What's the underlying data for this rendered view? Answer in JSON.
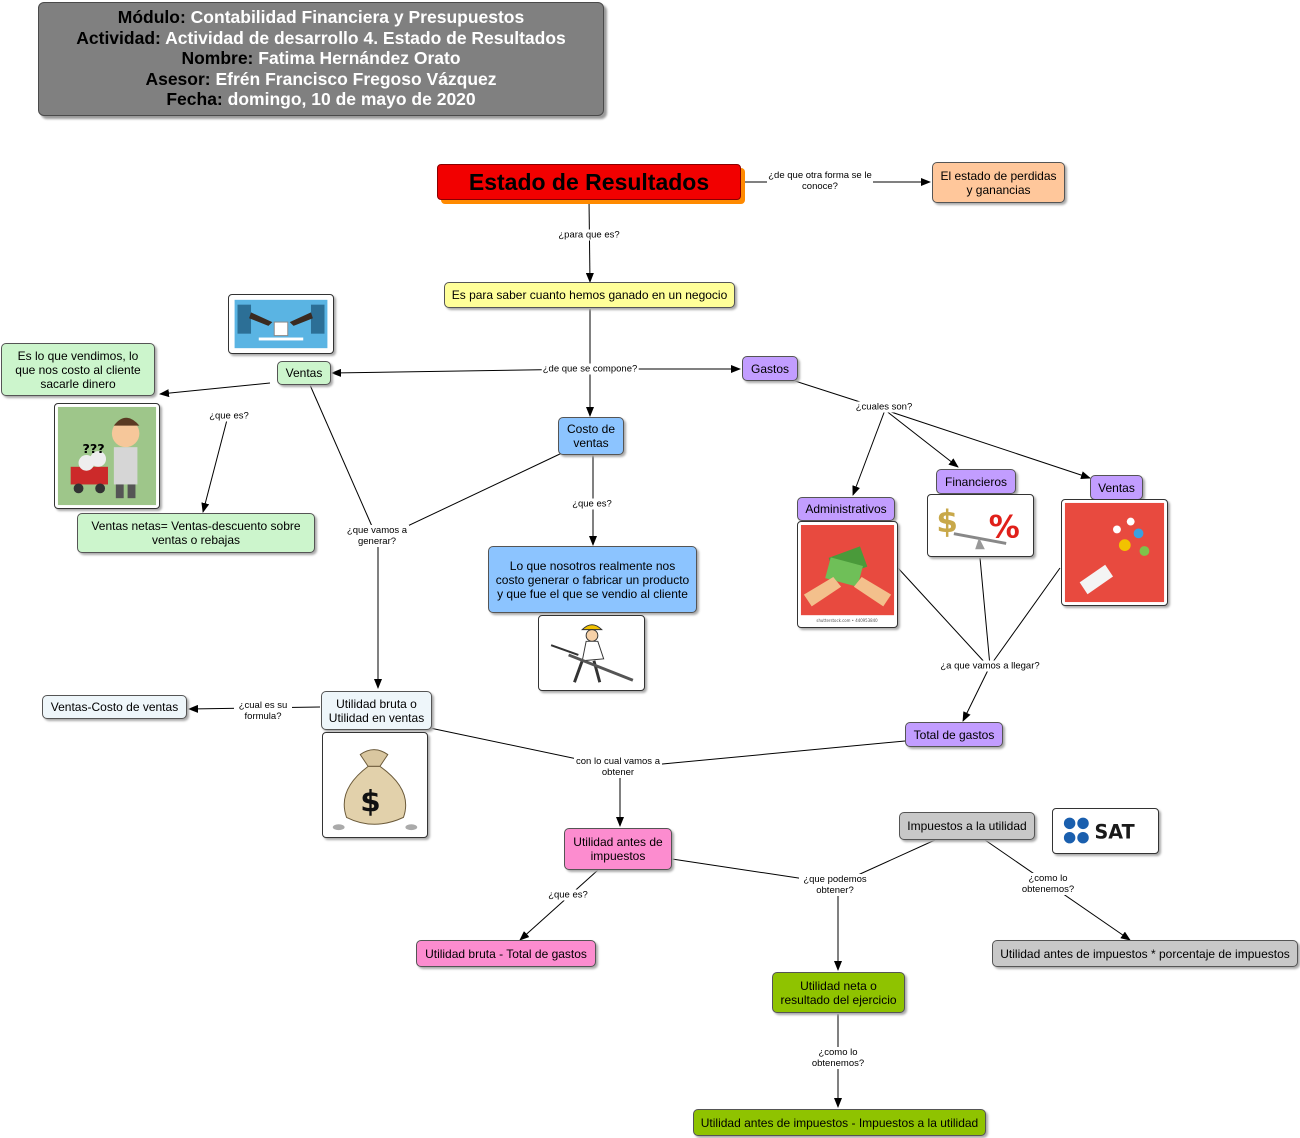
{
  "header": {
    "modulo_key": "Módulo:",
    "modulo_val": "Contabilidad Financiera y Presupuestos",
    "actividad_key": "Actividad:",
    "actividad_val": "Actividad de desarrollo 4. Estado de Resultados",
    "nombre_key": "Nombre:",
    "nombre_val": "Fatima Hernández Orato",
    "asesor_key": "Asesor:",
    "asesor_val": "Efrén Francisco Fregoso Vázquez",
    "fecha_key": "Fecha:",
    "fecha_val": "domingo, 10 de mayo de 2020"
  },
  "nodes": {
    "title": "Estado de Resultados",
    "otra_forma": "El estado de perdidas y ganancias",
    "para_que": "Es para saber cuanto hemos ganado en un negocio",
    "ventas": "Ventas",
    "ventas_def": "Es lo que vendimos, lo que nos costo al cliente sacarle dinero",
    "ventas_netas": "Ventas netas= Ventas-descuento sobre ventas o rebajas",
    "costo_ventas": "Costo de ventas",
    "costo_def": "Lo que nosotros realmente nos costo generar o fabricar un producto y que fue el que se vendio al cliente",
    "gastos": "Gastos",
    "administrativos": "Administrativos",
    "financieros": "Financieros",
    "ventas_gasto": "Ventas",
    "total_gastos": "Total de gastos",
    "utilidad_bruta": "Utilidad bruta o Utilidad en ventas",
    "formula_bruta": "Ventas-Costo de ventas",
    "utilidad_antes": "Utilidad antes de impuestos",
    "bruta_menos": "Utilidad bruta - Total de gastos",
    "impuestos": "Impuestos a la utilidad",
    "impuestos_formula": "Utilidad antes de impuestos * porcentaje de impuestos",
    "utilidad_neta": "Utilidad neta o resultado del ejercicio",
    "neta_formula": "Utilidad antes de impuestos - Impuestos a la utilidad"
  },
  "labels": {
    "otra_forma": "¿de que otra forma se le conoce?",
    "para_que": "¿para que es?",
    "se_compone": "¿de que se compone?",
    "que_es_ventas": "¿que es?",
    "que_vamos_generar": "¿que vamos a generar?",
    "que_es_costo": "¿que es?",
    "cuales_son": "¿cuales son?",
    "a_que_llegar": "¿a que vamos a llegar?",
    "cual_formula": "¿cual es su formula?",
    "con_lo_cual": "con lo cual vamos a obtener",
    "que_es_antes": "¿que es?",
    "que_podemos": "¿que podemos obtener?",
    "como_obtenemos_imp": "¿como lo obtenemos?",
    "como_obtenemos_neta": "¿como lo obtenemos?"
  },
  "logos": {
    "sat": "SAT",
    "shutterstock": "shutterstock.com • 440953840",
    "question_marks": "???"
  },
  "icons": [
    "handshake-shop-icon",
    "confused-man-cart-icon",
    "worker-saw-icon",
    "money-bag-icon",
    "money-hands-icon",
    "dollar-percent-icon",
    "megaphone-icon",
    "sat-logo-icon"
  ],
  "colors": {
    "title": "#f20000",
    "title_shadow": "#ff8a00",
    "ventas": "#ccf5cc",
    "gastos": "#c29dff",
    "costo": "#8cc4ff",
    "antes": "#fc8ccf",
    "neta": "#8fc300",
    "header": "#808080"
  }
}
